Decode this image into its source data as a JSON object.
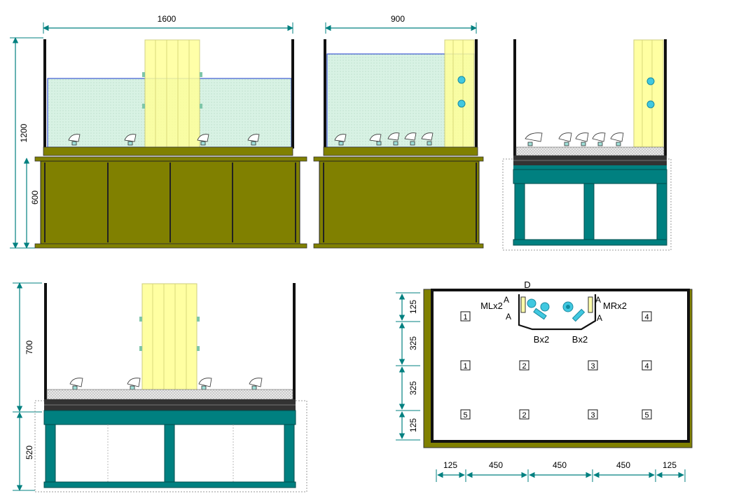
{
  "dimensions": {
    "front_width": "1600",
    "side_width": "900",
    "front_tank_height": "1200",
    "front_stand_height": "600",
    "lower_tank_height": "700",
    "lower_stand_height": "520",
    "plan_row_1": "125",
    "plan_row_2": "325",
    "plan_row_3": "325",
    "plan_row_4": "125",
    "plan_col_1": "125",
    "plan_col_2": "450",
    "plan_col_3": "450",
    "plan_col_4": "450",
    "plan_col_5": "125"
  },
  "plan_labels": {
    "overflow": "D",
    "left_return": "MLx2",
    "right_return": "MRx2",
    "a_top_left": "A",
    "a_bottom_left": "A",
    "a_top_right": "A",
    "a_bottom_right": "A",
    "bulkhead_left": "Bx2",
    "bulkhead_right": "Bx2"
  },
  "pump_boxes": [
    "1",
    "4",
    "1",
    "2",
    "3",
    "4",
    "5",
    "2",
    "3",
    "5"
  ],
  "colors": {
    "cabinet": "#808000",
    "water": "#d6f0e0",
    "teal": "#008080",
    "overflow_box": "#ffffaa",
    "fitting": "#40c8e0"
  }
}
